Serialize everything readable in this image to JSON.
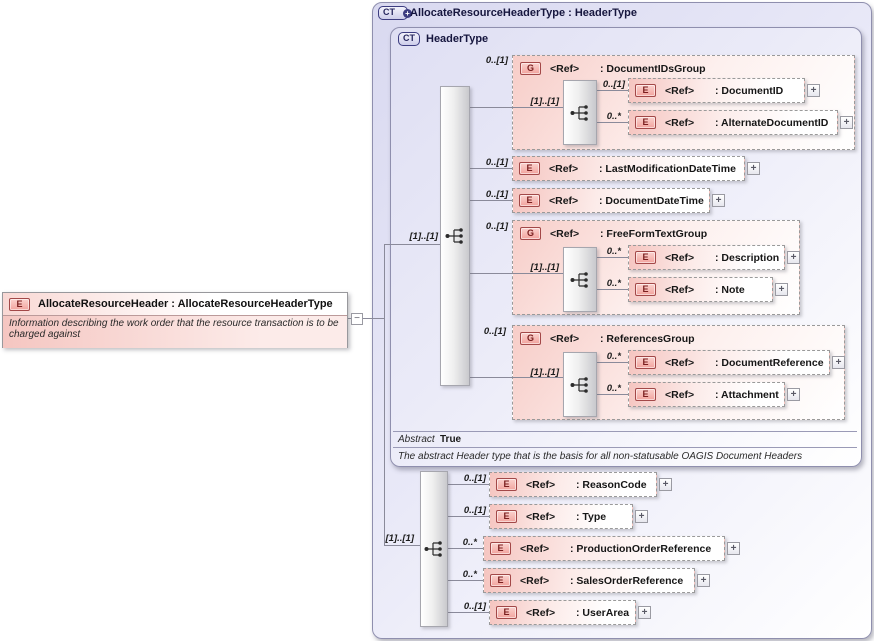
{
  "colors": {
    "container_fill": "#dcdcf2",
    "container_border": "#8f8fae",
    "node_fill": "#f5c5c0",
    "node_border": "#9a9a9a",
    "element_badge_fill": "#f2a49e",
    "element_badge_border": "#a34848",
    "ct_badge_border": "#3c3c80",
    "connector": "#8a8a9a"
  },
  "icons": {
    "plus": "+",
    "minus": "−"
  },
  "left_element": {
    "badge": "E",
    "title": "AllocateResourceHeader : AllocateResourceHeaderType",
    "annotation": "Information describing the work order that the resource transaction is to be charged against"
  },
  "container": {
    "badge": "CT",
    "title": "AllocateResourceHeaderType : HeaderType",
    "header_type": {
      "badge": "CT",
      "title": "HeaderType",
      "abstract_label": "Abstract",
      "abstract_value": "True",
      "annotation": "The abstract Header type that is the basis for all non-statusable OAGIS Document Headers",
      "model": {
        "cardinality": "[1]..[1]",
        "items": [
          {
            "kind": "group",
            "badge": "G",
            "ref": "<Ref>",
            "name": ": DocumentIDsGroup",
            "cardinality": "0..[1]",
            "model": {
              "cardinality": "[1]..[1]",
              "items": [
                {
                  "kind": "element",
                  "badge": "E",
                  "ref": "<Ref>",
                  "name": ": DocumentID",
                  "cardinality": "0..[1]"
                },
                {
                  "kind": "element",
                  "badge": "E",
                  "ref": "<Ref>",
                  "name": ": AlternateDocumentID",
                  "cardinality": "0..*"
                }
              ]
            }
          },
          {
            "kind": "element",
            "badge": "E",
            "ref": "<Ref>",
            "name": ": LastModificationDateTime",
            "cardinality": "0..[1]"
          },
          {
            "kind": "element",
            "badge": "E",
            "ref": "<Ref>",
            "name": ": DocumentDateTime",
            "cardinality": "0..[1]"
          },
          {
            "kind": "group",
            "badge": "G",
            "ref": "<Ref>",
            "name": ": FreeFormTextGroup",
            "cardinality": "0..[1]",
            "model": {
              "cardinality": "[1]..[1]",
              "items": [
                {
                  "kind": "element",
                  "badge": "E",
                  "ref": "<Ref>",
                  "name": ": Description",
                  "cardinality": "0..*"
                },
                {
                  "kind": "element",
                  "badge": "E",
                  "ref": "<Ref>",
                  "name": ": Note",
                  "cardinality": "0..*"
                }
              ]
            }
          },
          {
            "kind": "group",
            "badge": "G",
            "ref": "<Ref>",
            "name": ": ReferencesGroup",
            "cardinality": "0..[1]",
            "model": {
              "cardinality": "[1]..[1]",
              "items": [
                {
                  "kind": "element",
                  "badge": "E",
                  "ref": "<Ref>",
                  "name": ": DocumentReference",
                  "cardinality": "0..*"
                },
                {
                  "kind": "element",
                  "badge": "E",
                  "ref": "<Ref>",
                  "name": ": Attachment",
                  "cardinality": "0..*"
                }
              ]
            }
          }
        ]
      }
    },
    "extension": {
      "model": {
        "cardinality": "[1]..[1]",
        "items": [
          {
            "kind": "element",
            "badge": "E",
            "ref": "<Ref>",
            "name": ": ReasonCode",
            "cardinality": "0..[1]"
          },
          {
            "kind": "element",
            "badge": "E",
            "ref": "<Ref>",
            "name": ": Type",
            "cardinality": "0..[1]"
          },
          {
            "kind": "element",
            "badge": "E",
            "ref": "<Ref>",
            "name": ": ProductionOrderReference",
            "cardinality": "0..*"
          },
          {
            "kind": "element",
            "badge": "E",
            "ref": "<Ref>",
            "name": ": SalesOrderReference",
            "cardinality": "0..*"
          },
          {
            "kind": "element",
            "badge": "E",
            "ref": "<Ref>",
            "name": ": UserArea",
            "cardinality": "0..[1]"
          }
        ]
      }
    }
  }
}
